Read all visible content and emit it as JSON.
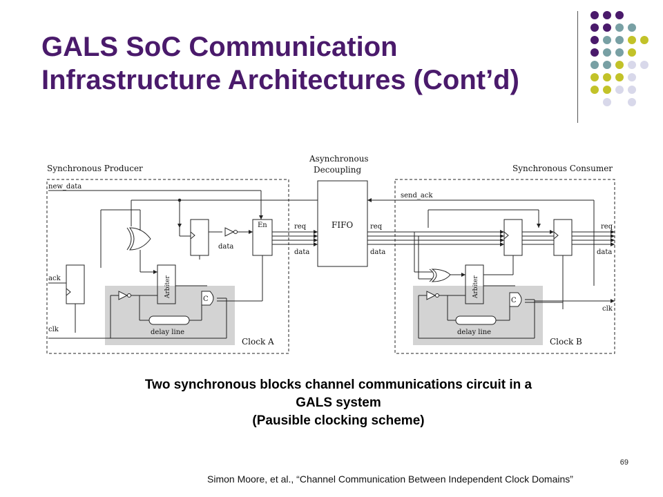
{
  "slide": {
    "title_line1": "GALS SoC Communication",
    "title_line2": "Infrastructure Architectures (Cont’d)",
    "caption_line1": "Two synchronous blocks channel communications circuit in a",
    "caption_line2": "GALS system",
    "caption_line3": "(Pausible clocking scheme)",
    "page_number": "69",
    "citation": "Simon Moore, et al., “Channel Communication Between Independent Clock Domains”"
  },
  "colors": {
    "title": "#4a1a6b",
    "dot_purple": "#4a1a6b",
    "dot_teal": "#78a0a4",
    "dot_yellow": "#c2c229",
    "dot_lavender": "#d8d8ea",
    "clock_fill": "#d3d3d3"
  },
  "diagram": {
    "producer_label": "Synchronous Producer",
    "consumer_label": "Synchronous Consumer",
    "decoupling_label_1": "Asynchronous",
    "decoupling_label_2": "Decoupling",
    "fifo_label": "FIFO",
    "new_data": "new_data",
    "send_ack": "send_ack",
    "req": "req",
    "data": "data",
    "ack": "ack",
    "clk": "clk",
    "en": "En",
    "arbiter": "Arbiter",
    "c_gate": "C",
    "delay_line": "delay line",
    "clock_a": "Clock A",
    "clock_b": "Clock B"
  }
}
